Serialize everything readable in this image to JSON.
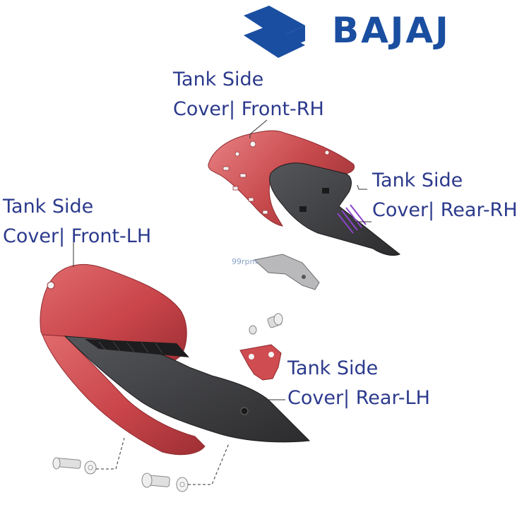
{
  "brand": {
    "name": "BAJAJ",
    "color": "#1a4ea0",
    "mark": "bajaj-flying-b-logo"
  },
  "watermark": "99rpm",
  "colors": {
    "label_text": "#2c3a8c",
    "red_panel": "#c9454a",
    "black_panel": "#3b3b3d",
    "leader": "#333333"
  },
  "parts": {
    "front_rh": {
      "line1": "Tank Side",
      "line2": "Cover| Front-RH"
    },
    "rear_rh": {
      "line1": "Tank Side",
      "line2": "Cover| Rear-RH"
    },
    "front_lh": {
      "line1": "Tank Side",
      "line2": "Cover| Front-LH"
    },
    "rear_lh": {
      "line1": "Tank Side",
      "line2": "Cover| Rear-LH"
    }
  }
}
